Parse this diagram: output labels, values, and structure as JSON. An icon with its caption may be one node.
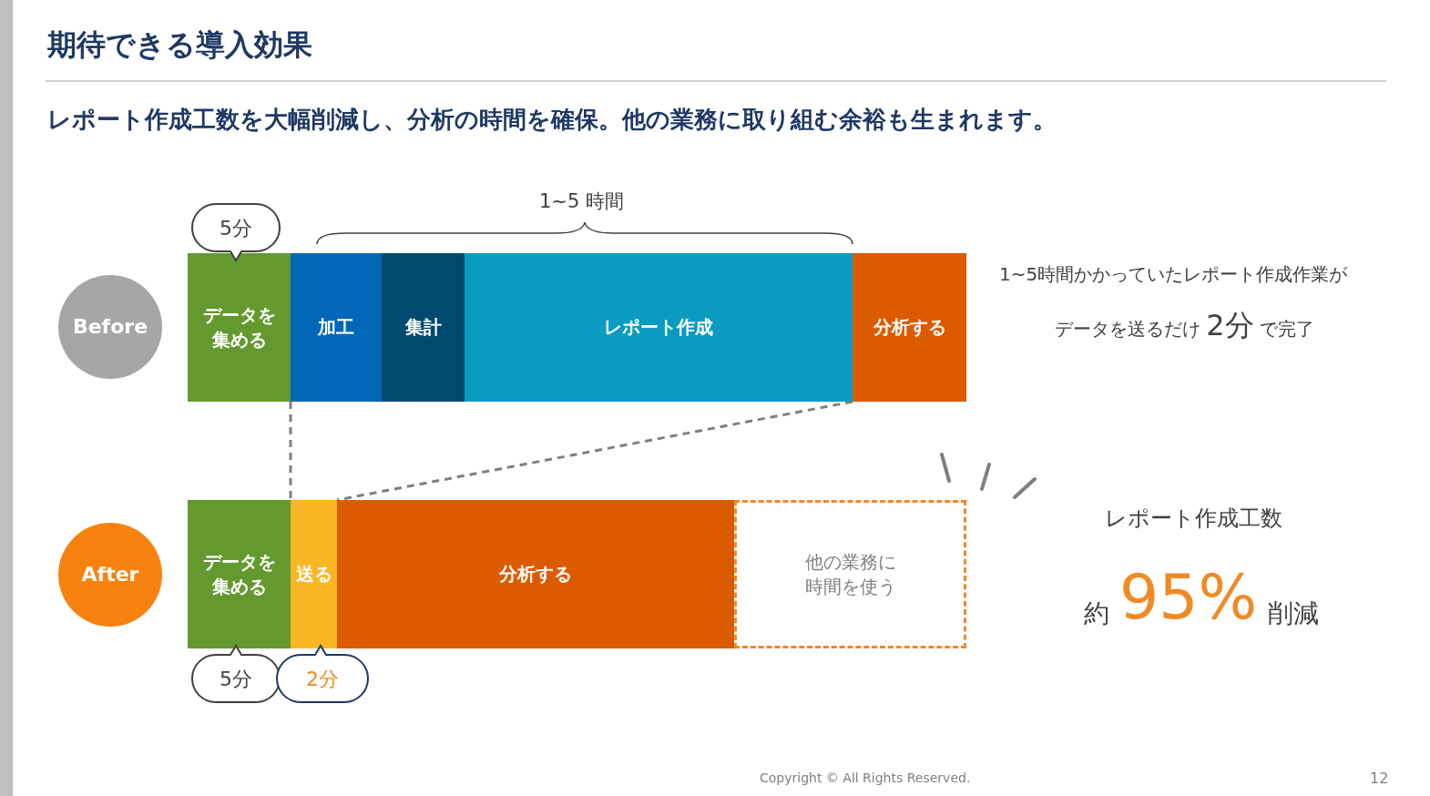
{
  "diagram": {
    "title": "期待できる導入効果",
    "nodes": [
      {
        "text": [
          "Before"
        ]
      },
      {
        "text": [
          "データを集める"
        ]
      },
      {
        "text": [
          "加工"
        ]
      },
      {
        "text": [
          "集計"
        ]
      },
      {
        "text": [
          "レポート作成"
        ]
      },
      {
        "text": [
          "分析する"
        ]
      },
      {
        "text": [
          "5分"
        ]
      },
      {
        "text": [
          "After"
        ]
      },
      {
        "text": [
          "データを集める"
        ]
      },
      {
        "text": [
          "送る"
        ]
      },
      {
        "text": [
          "分析する"
        ]
      },
      {
        "text": [
          "他の業務に時間を使う"
        ]
      },
      {
        "text": [
          "5分"
        ]
      },
      {
        "text": [
          "2分"
        ]
      }
    ],
    "edges": [
      {
        "from": 2,
        "to": 9,
        "arrow": "none",
        "style": "dashed"
      },
      {
        "from": 4,
        "to": 9,
        "arrow": "none",
        "style": "dashed"
      }
    ],
    "labels": [
      "レポート作成工数を大幅削減し、分析の時間を確保。他の業務に取り組む余裕も生まれます。",
      "1~5 時間",
      "1~5時間かかっていたレポート作成作業が",
      "データを送るだけ **2分** で完了",
      "レポート作成工数",
      "約",
      "95%",
      "削減",
      "Copyright © All Rights Reserved.",
      "12"
    ]
  }
}
